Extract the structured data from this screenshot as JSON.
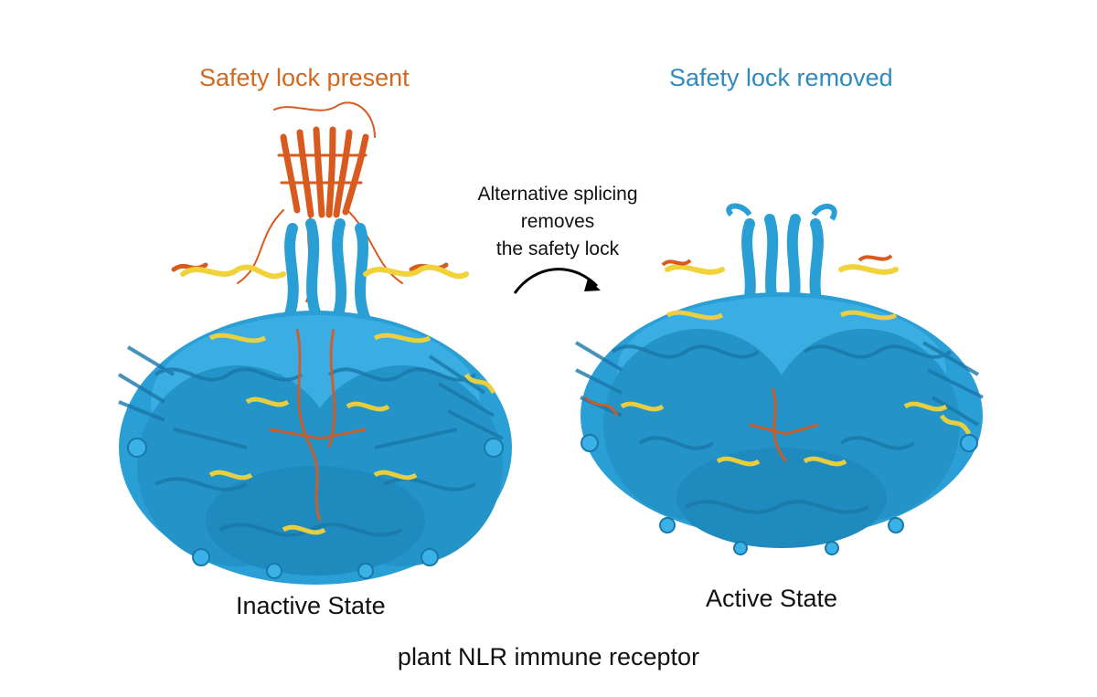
{
  "labels": {
    "lock_present": "Safety lock present",
    "lock_removed": "Safety lock removed",
    "inactive_state": "Inactive State",
    "active_state": "Active State",
    "splicing_line1": "Alternative splicing",
    "splicing_line2": "removes",
    "splicing_line3": "the safety lock",
    "caption": "plant NLR immune receptor"
  },
  "colors": {
    "lock_present_text": "#d2691e",
    "lock_removed_text": "#2e8bc0",
    "protein_blue": "#2a9fd6",
    "protein_blue_dark": "#1a78a8",
    "protein_yellow": "#f2d23a",
    "protein_orange": "#d85a1f"
  },
  "icons": {
    "arrow": "curved-arrow-icon"
  }
}
